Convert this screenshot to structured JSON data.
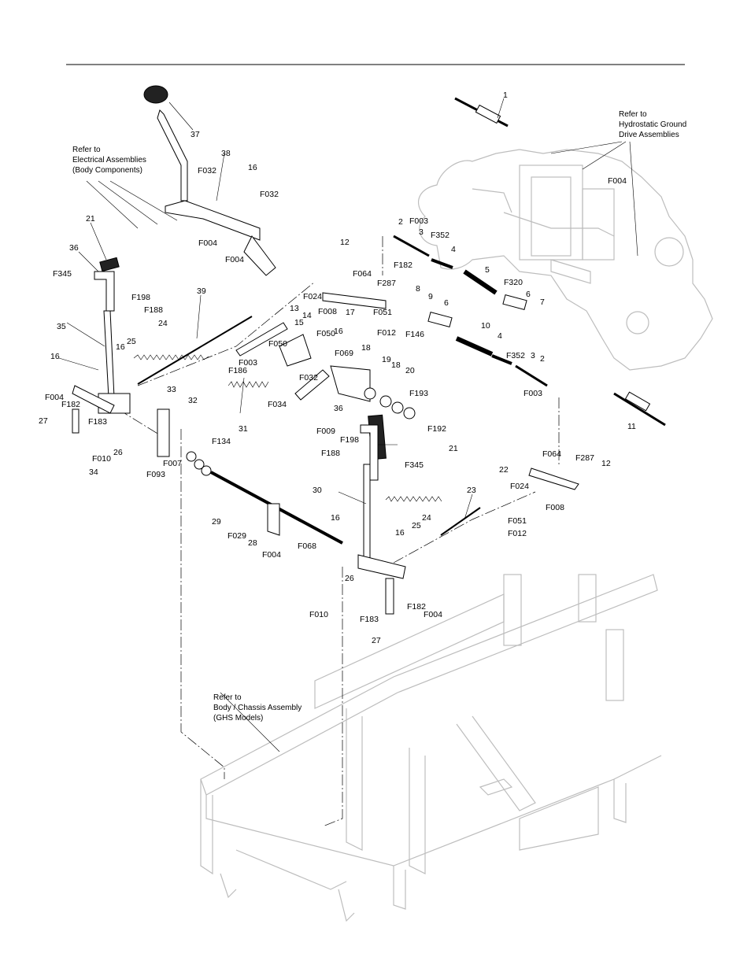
{
  "notes": [
    {
      "id": "electrical",
      "lines": [
        "Refer to",
        "Electrical Assemblies",
        "(Body Components)"
      ]
    },
    {
      "id": "hydro",
      "lines": [
        "Refer to",
        "Hydrostatic Ground",
        "Drive Assemblies"
      ]
    },
    {
      "id": "chassis",
      "lines": [
        "Refer to",
        "Body / Chassis Assembly",
        "(GHS Models)"
      ]
    }
  ],
  "labels": [
    "1",
    "37",
    "38",
    "F032",
    "16",
    "F032",
    "F004",
    "F004",
    "F004",
    "21",
    "36",
    "F345",
    "F198",
    "F188",
    "35",
    "24",
    "16",
    "25",
    "16",
    "F004",
    "F182",
    "27",
    "F183",
    "F010",
    "26",
    "34",
    "F007",
    "F093",
    "39",
    "33",
    "32",
    "F186",
    "31",
    "13",
    "F050",
    "14",
    "15",
    "F008",
    "F050",
    "16",
    "F003",
    "12",
    "F064",
    "F024",
    "17",
    "F287",
    "F051",
    "F012",
    "F182",
    "2",
    "F003",
    "3",
    "F352",
    "4",
    "5",
    "F320",
    "6",
    "7",
    "8",
    "9",
    "F146",
    "6",
    "10",
    "4",
    "F352",
    "3",
    "2",
    "F003",
    "18",
    "F069",
    "19",
    "18",
    "20",
    "F193",
    "F192",
    "F032",
    "F034",
    "F009",
    "36",
    "F198",
    "F188",
    "21",
    "F345",
    "30",
    "16",
    "25",
    "16",
    "24",
    "29",
    "F029",
    "28",
    "F004",
    "F068",
    "26",
    "F010",
    "F183",
    "27",
    "F182",
    "F004",
    "23",
    "F064",
    "F287",
    "12",
    "22",
    "F024",
    "F008",
    "F051",
    "F012",
    "11",
    "F134"
  ]
}
